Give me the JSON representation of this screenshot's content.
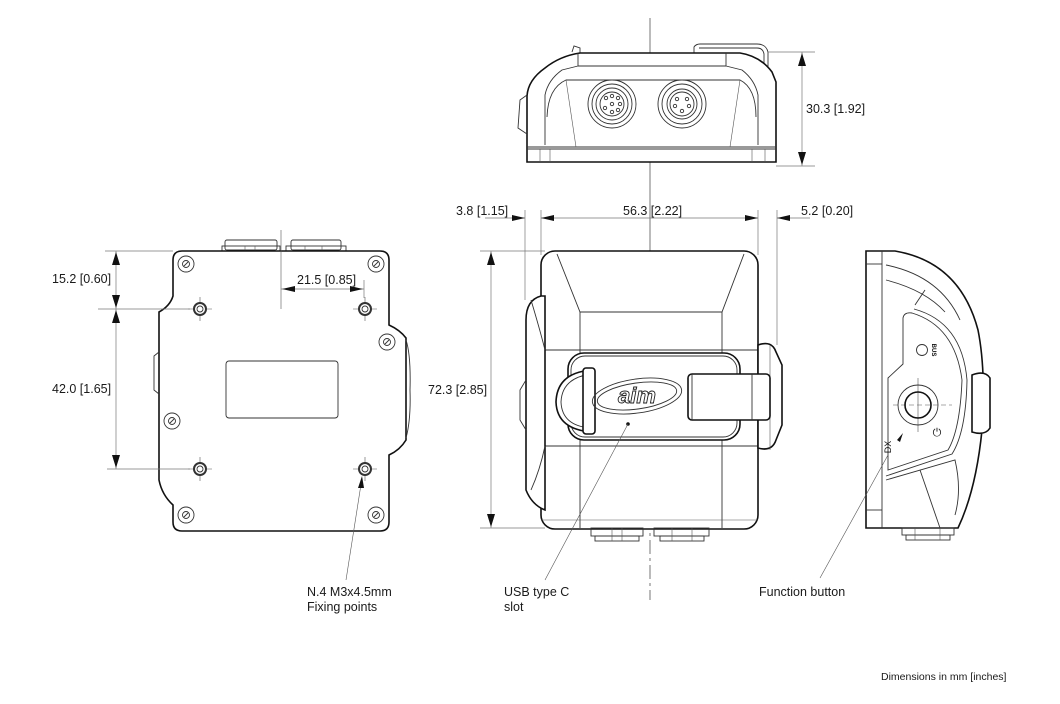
{
  "dimensions": {
    "height_top_view": "30.3 [1.92]",
    "left_offset": "3.8 [1.15]",
    "width_front": "56.3 [2.22]",
    "right_offset": "5.2 [0.20]",
    "height_front": "72.3 [2.85]",
    "back_top_offset": "15.2 [0.60]",
    "back_hole_spacing_vertical": "42.0 [1.65]",
    "back_hole_offset_horizontal": "21.5 [0.85]"
  },
  "callouts": {
    "fixing_points_line1": "N.4 M3x4.5mm",
    "fixing_points_line2": "Fixing points",
    "usb_line1": "USB type C",
    "usb_line2": "slot",
    "function_button": "Function button"
  },
  "device_markings": {
    "logo": "aim",
    "led_label": "BUS",
    "side_label": "DX"
  },
  "footer": {
    "units_note": "Dimensions in mm [inches]"
  },
  "colors": {
    "line": "#111111",
    "dimension_line": "#777777",
    "background": "#ffffff"
  }
}
